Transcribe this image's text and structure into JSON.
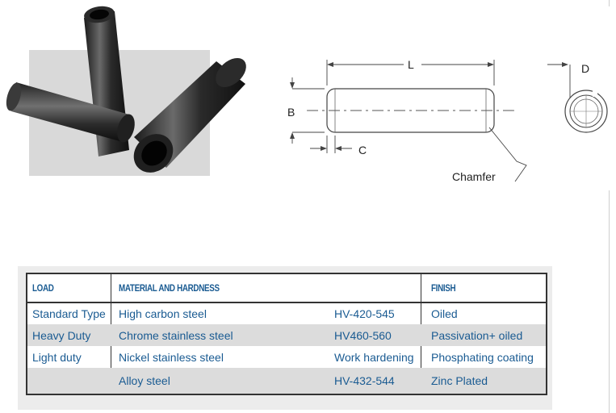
{
  "diagram": {
    "label_L": "L",
    "label_B": "B",
    "label_C": "C",
    "label_D": "D",
    "label_chamfer": "Chamfer"
  },
  "table": {
    "headers": {
      "load": "LOAD",
      "material": "MATERIAL AND HARDNESS",
      "finish": "FINISH"
    },
    "rows": [
      {
        "load": "Standard Type",
        "material": "High carbon steel",
        "hardness": "HV-420-545",
        "finish": "Oiled"
      },
      {
        "load": "Heavy Duty",
        "material": "Chrome stainless steel",
        "hardness": "HV460-560",
        "finish": "Passivation+ oiled"
      },
      {
        "load": "Light duty",
        "material": "Nickel stainless steel",
        "hardness": "Work hardening",
        "finish": "Phosphating coating"
      },
      {
        "load": "",
        "material": "Alloy steel",
        "hardness": "HV-432-544",
        "finish": "Zinc Plated"
      }
    ]
  },
  "colors": {
    "text_blue": "#1a5b92",
    "row_shade": "#dcdcdc",
    "border": "#333333"
  }
}
